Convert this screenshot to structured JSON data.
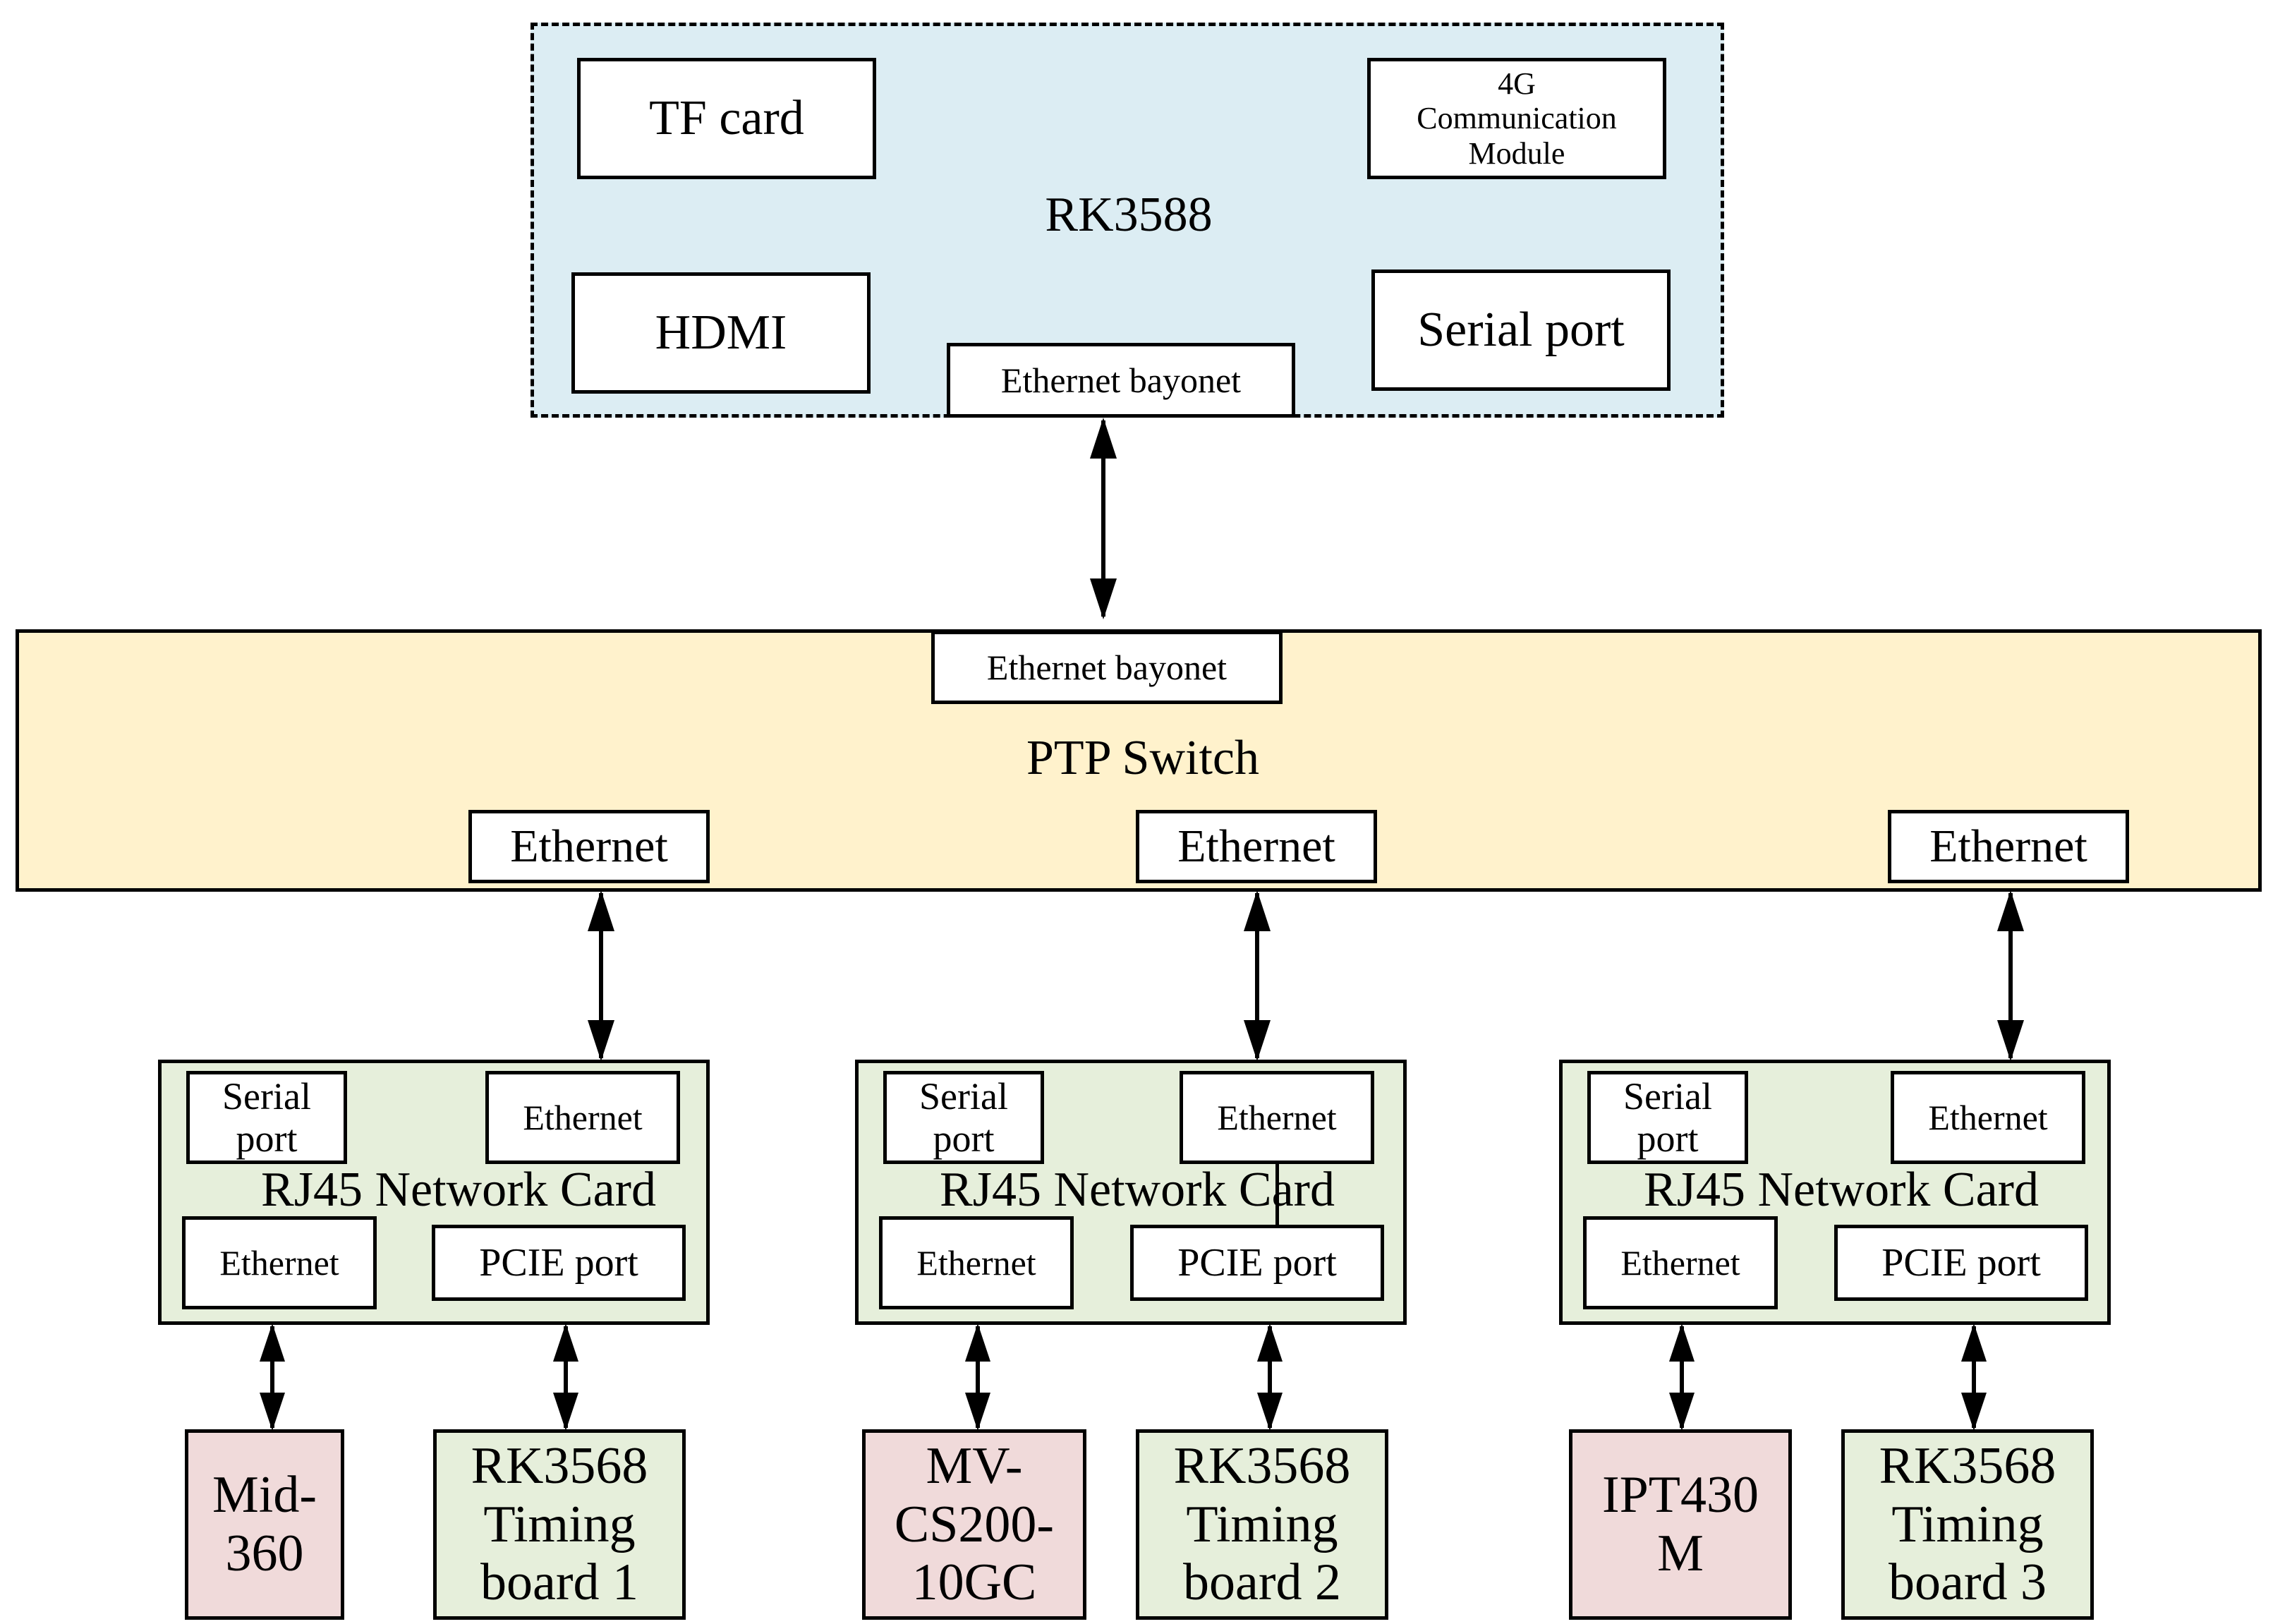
{
  "rk3588": {
    "title": "RK3588",
    "tf_card": "TF card",
    "comm_module": "4G\nCommunication\nModule",
    "hdmi": "HDMI",
    "serial_port": "Serial port",
    "ethernet_bayonet": "Ethernet bayonet"
  },
  "ptp_switch": {
    "title": "PTP Switch",
    "ethernet_bayonet": "Ethernet bayonet",
    "ports": [
      "Ethernet",
      "Ethernet",
      "Ethernet"
    ]
  },
  "cards": [
    {
      "title": "RJ45 Network Card",
      "serial_port": "Serial\nport",
      "ethernet_top": "Ethernet",
      "ethernet_bottom": "Ethernet",
      "pcie_port": "PCIE port",
      "sensor": "Mid-\n360",
      "timing_board": "RK3568\nTiming\nboard 1"
    },
    {
      "title": "RJ45 Network Card",
      "serial_port": "Serial\nport",
      "ethernet_top": "Ethernet",
      "ethernet_bottom": "Ethernet",
      "pcie_port": "PCIE port",
      "sensor": "MV-\nCS200-\n10GC",
      "timing_board": "RK3568\nTiming\nboard 2"
    },
    {
      "title": "RJ45 Network Card",
      "serial_port": "Serial\nport",
      "ethernet_top": "Ethernet",
      "ethernet_bottom": "Ethernet",
      "pcie_port": "PCIE port",
      "sensor": "IPT430\nM",
      "timing_board": "RK3568\nTiming\nboard 3"
    }
  ],
  "colors": {
    "rk3588_fill": "#dcedf3",
    "switch_fill": "#fff2cc",
    "card_fill": "#e6efdb",
    "sensor_fill": "#f0dada",
    "timing_fill": "#e6efdb",
    "line": "#000000"
  }
}
